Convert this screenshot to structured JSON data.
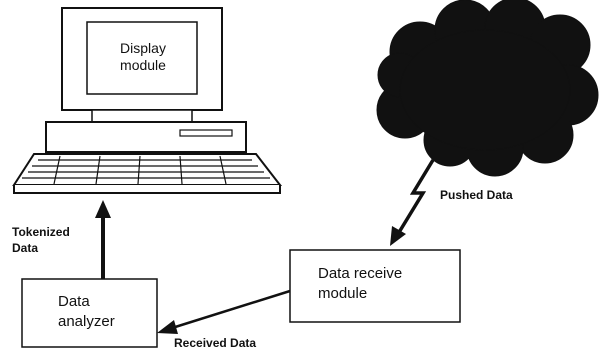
{
  "diagram": {
    "display_module": {
      "line1": "Display",
      "line2": "module"
    },
    "data_receive_module": {
      "line1": "Data receive",
      "line2": "module"
    },
    "data_analyzer": {
      "line1": "Data",
      "line2": "analyzer"
    },
    "edges": {
      "pushed_data": "Pushed Data",
      "tokenized_data": {
        "line1": "Tokenized",
        "line2": "Data"
      },
      "received_data": "Received Data"
    }
  }
}
